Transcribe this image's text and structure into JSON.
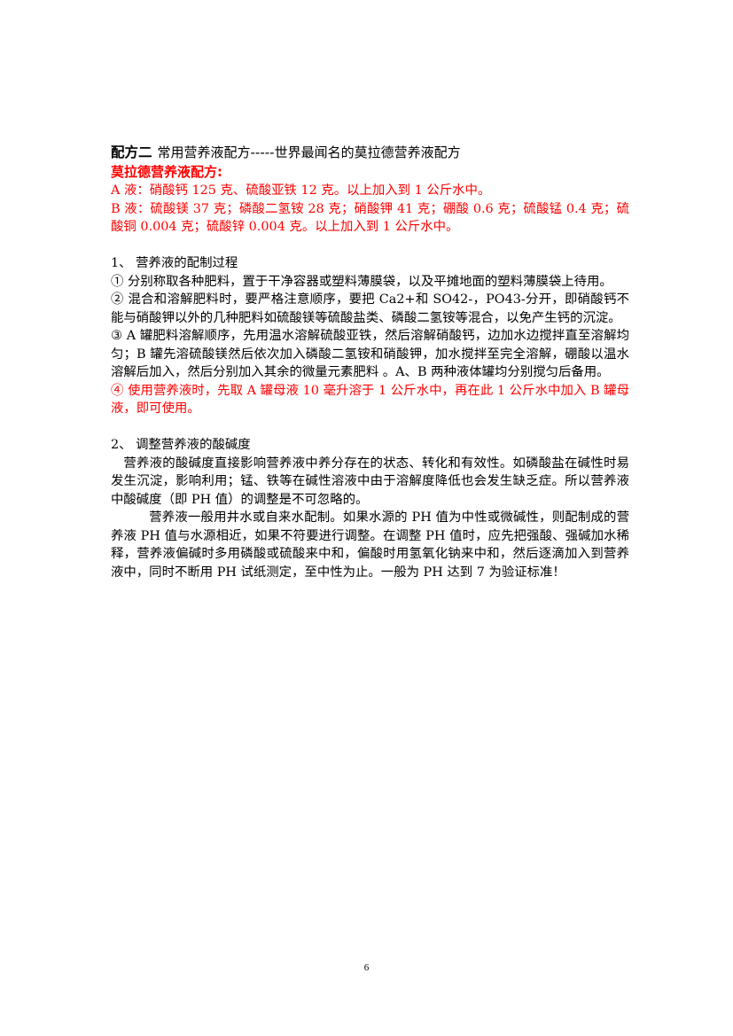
{
  "heading": {
    "label": "配方二",
    "subtitle": "常用营养液配方-----世界最闻名的莫拉德营养液配方"
  },
  "formula": {
    "title": "莫拉德营养液配方:",
    "line_a": "A 液：硝酸钙 125 克、硫酸亚铁 12 克。以上加入到 1 公斤水中。",
    "line_b": "B 液：硫酸镁 37 克；磷酸二氢铵 28 克；硝酸钾 41 克；硼酸 0.6 克；硫酸锰 0.4 克；硫酸铜 0.004 克；硫酸锌 0.004 克。以上加入到 1 公斤水中。"
  },
  "section1": {
    "title": "1、 营养液的配制过程",
    "step1": "① 分别称取各种肥料，置于干净容器或塑料薄膜袋，以及平摊地面的塑料薄膜袋上待用。",
    "step2": "② 混合和溶解肥料时，要严格注意顺序，要把 Ca2+和 SO42-，PO43-分开，即硝酸钙不能与硝酸钾以外的几种肥料如硫酸镁等硫酸盐类、磷酸二氢铵等混合，以免产生钙的沉淀。",
    "step3": "③ A 罐肥料溶解顺序，先用温水溶解硫酸亚铁，然后溶解硝酸钙，边加水边搅拌直至溶解均匀；B 罐先溶硫酸镁然后依次加入磷酸二氢铵和硝酸钾，加水搅拌至完全溶解，硼酸以温水溶解后加入，然后分别加入其余的微量元素肥料 。A、B 两种液体罐均分别搅匀后备用。",
    "step4": "④ 使用营养液时，先取 A 罐母液 10 毫升溶于 1 公斤水中，再在此 1 公斤水中加入 B 罐母液，即可使用。"
  },
  "section2": {
    "title": "2、 调整营养液的酸碱度",
    "para1": "营养液的酸碱度直接影响营养液中养分存在的状态、转化和有效性。如磷酸盐在碱性时易发生沉淀，影响利用；锰、铁等在碱性溶液中由于溶解度降低也会发生缺乏症。所以营养液中酸碱度（即 PH 值）的调整是不可忽略的。",
    "para2": "营养液一般用井水或自来水配制。如果水源的 PH 值为中性或微碱性，则配制成的营养液 PH 值与水源相近，如果不符要进行调整。在调整 PH 值时，应先把强酸、强碱加水稀释，营养液偏碱时多用磷酸或硫酸来中和，偏酸时用氢氧化钠来中和，然后逐滴加入到营养液中，同时不断用 PH 试纸测定，至中性为止。一般为 PH 达到 7 为验证标准！"
  },
  "page_number": "6",
  "colors": {
    "accent_red": "#ff0000",
    "text": "#000000"
  }
}
